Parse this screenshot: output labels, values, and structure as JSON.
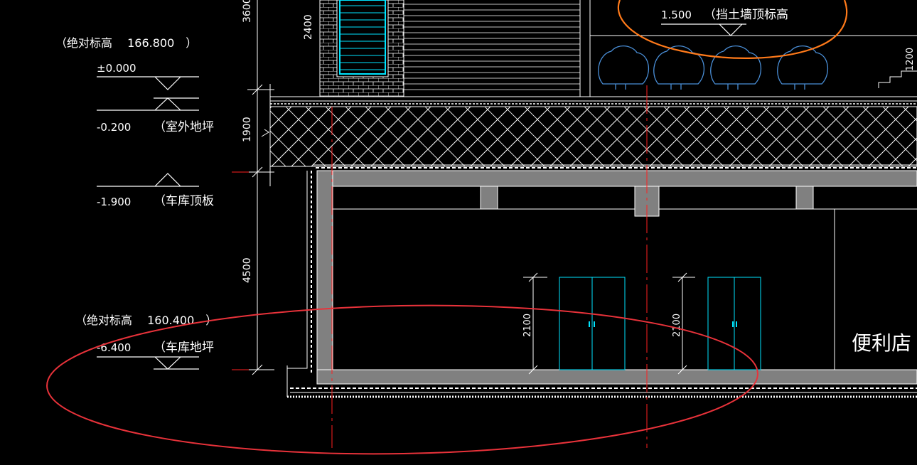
{
  "colors": {
    "background": "#000000",
    "line": "#ffffff",
    "wall_fill": "#808080",
    "door": "#00e5ff",
    "axis": "#ff2020",
    "markup_red": "#e8323a",
    "markup_orange": "#ff7a1a",
    "tree": "#4a8fd8"
  },
  "levels": {
    "abs_top": "（绝对标高　 166.800　）",
    "zero": "±0.000",
    "outdoor_value": "-0.200",
    "outdoor_label": "（室外地坪",
    "roof_value": "-1.900",
    "roof_label": "（车库顶板",
    "abs_bottom": "（绝对标高　 160.400　）",
    "floor_value": "-6.400",
    "floor_label": "（车库地坪",
    "retaining_value": "1.500",
    "retaining_label": "（挡土墙顶标高"
  },
  "dimensions": {
    "d3600": "3600",
    "d2400": "2400",
    "d1900": "1900",
    "d4500": "4500",
    "d2100a": "2100",
    "d2100b": "2100",
    "d1200": "1200"
  },
  "room_label": "便利店"
}
